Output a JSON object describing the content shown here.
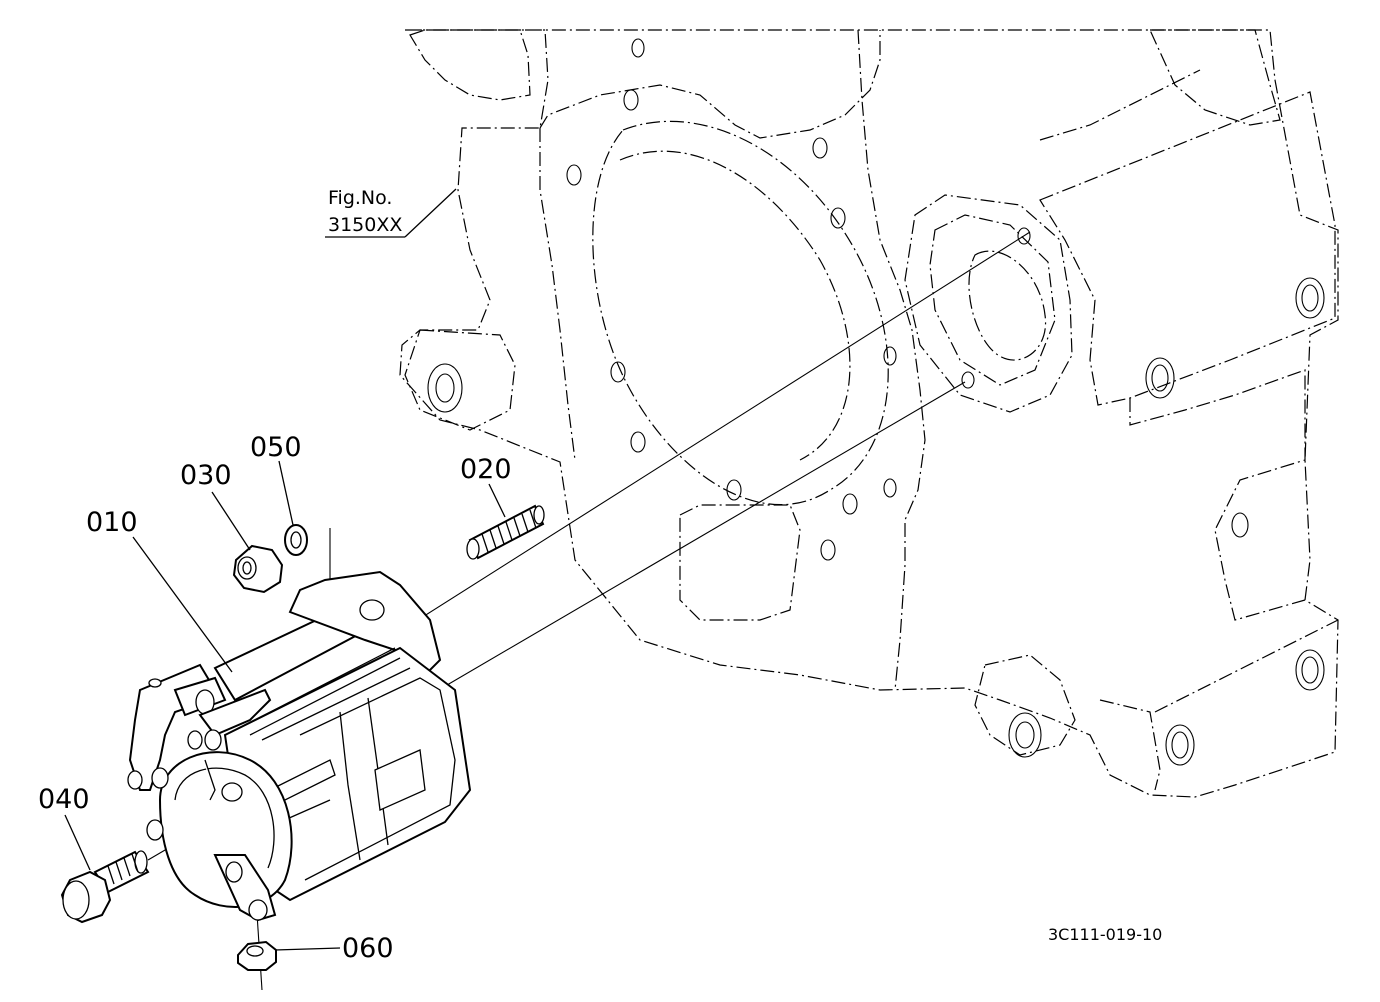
{
  "figure_reference": {
    "line1": "Fig.No.",
    "line2": "3150XX"
  },
  "callouts": [
    {
      "id": "010",
      "label": "010"
    },
    {
      "id": "020",
      "label": "020"
    },
    {
      "id": "030",
      "label": "030"
    },
    {
      "id": "040",
      "label": "040"
    },
    {
      "id": "050",
      "label": "050"
    },
    {
      "id": "060",
      "label": "060"
    }
  ],
  "diagram_code": "3C111-019-10"
}
